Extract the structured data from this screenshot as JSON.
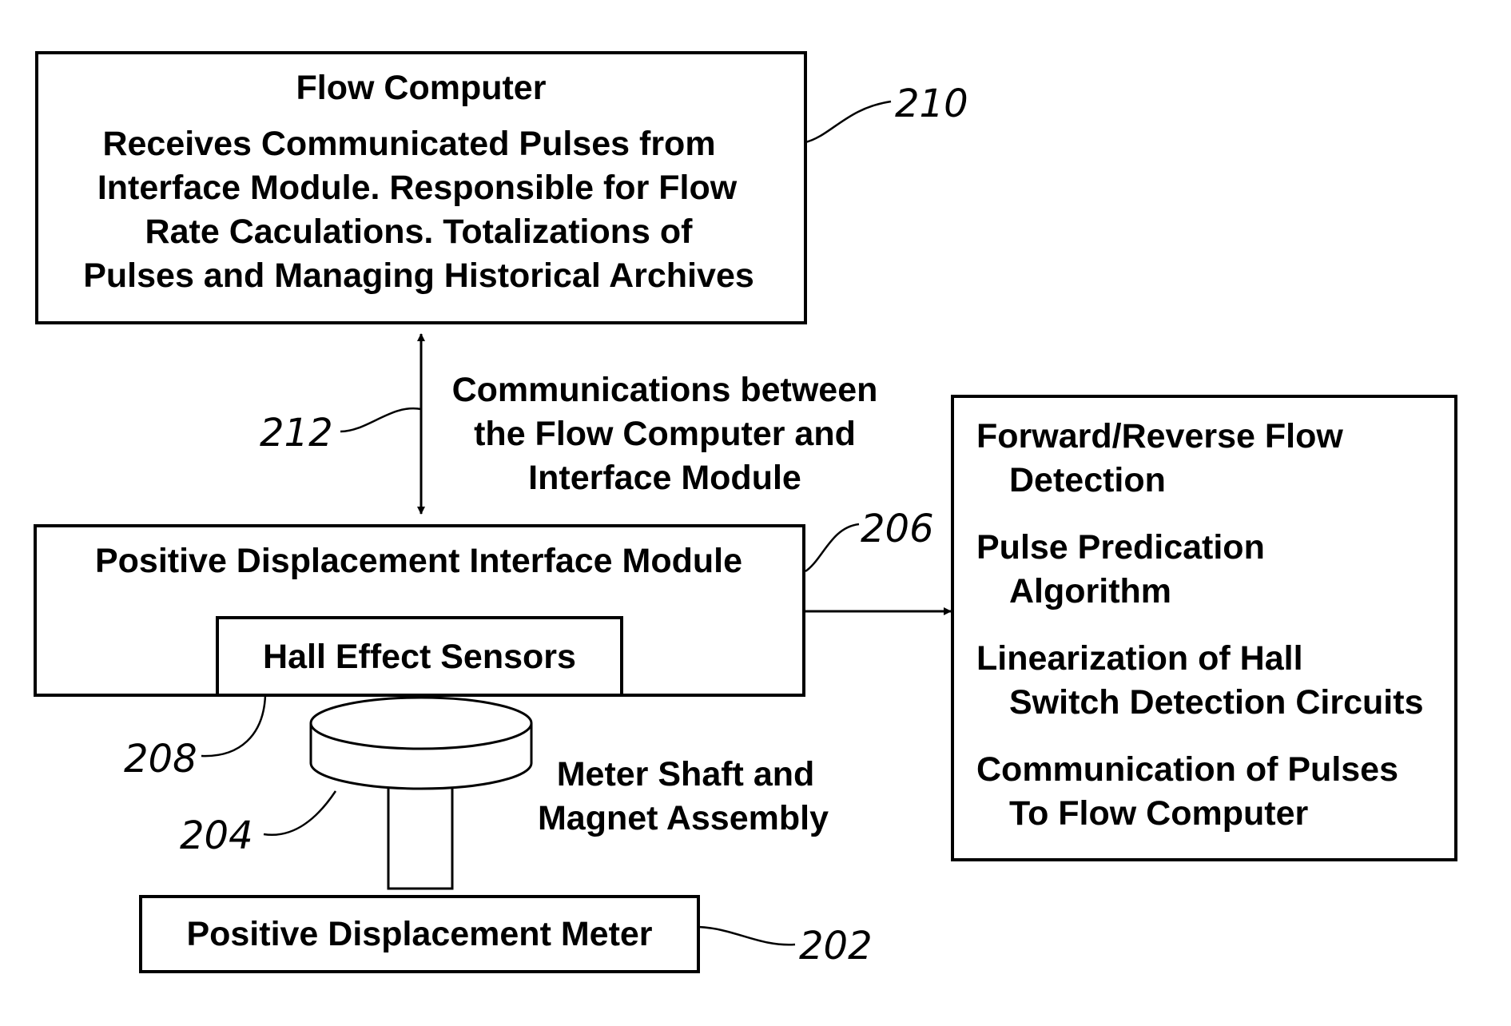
{
  "flow_computer": {
    "title": "Flow Computer",
    "lines": [
      "Receives Communicated Pulses from",
      "Interface Module.  Responsible for  Flow",
      "Rate Caculations.  Totalizations of",
      "Pulses and Managing Historical Archives"
    ],
    "ref": "210"
  },
  "communications": {
    "lines": [
      "Communications between",
      "the Flow Computer and",
      "Interface Module"
    ],
    "ref": "212"
  },
  "interface_module": {
    "title": "Positive Displacement Interface Module",
    "ref": "206"
  },
  "hall_sensors": {
    "label": "Hall Effect Sensors",
    "ref": "208"
  },
  "magnet_assembly": {
    "lines": [
      "Meter Shaft and",
      "Magnet Assembly"
    ],
    "ref": "204"
  },
  "meter": {
    "label": "Positive Displacement Meter",
    "ref": "202"
  },
  "functions": {
    "items": [
      {
        "line1": "Forward/Reverse Flow",
        "line2": "Detection"
      },
      {
        "line1": "Pulse Predication",
        "line2": "Algorithm"
      },
      {
        "line1": "Linearization of Hall",
        "line2": "Switch Detection Circuits"
      },
      {
        "line1": "Communication of Pulses",
        "line2": "To Flow Computer"
      }
    ]
  }
}
